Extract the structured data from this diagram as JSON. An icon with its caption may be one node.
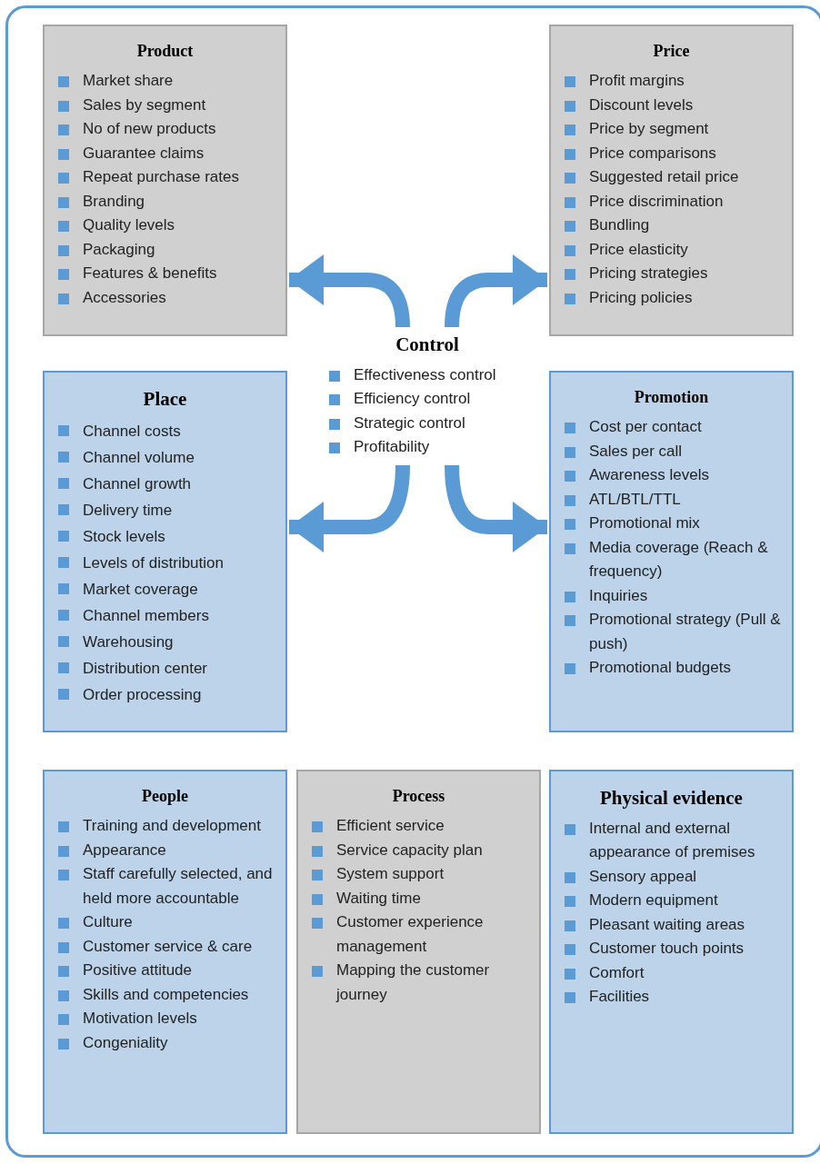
{
  "diagram": {
    "nodes": [
      {
        "text": [
          "Product",
          "Market share",
          "Sales by segment",
          "No of new products",
          "Guarantee claims",
          "Repeat purchase rates",
          "Branding",
          "Quality levels",
          "Packaging",
          "Features & benefits",
          "Accessories"
        ]
      },
      {
        "text": [
          "Price",
          "Profit margins",
          "Discount levels",
          "Price by segment",
          "Price comparisons",
          "Suggested retail price",
          "Price discrimination",
          "Bundling",
          "Price elasticity",
          "Pricing strategies",
          "Pricing policies"
        ]
      },
      {
        "text": [
          "Control",
          "Effectiveness control",
          "Efficiency control",
          "Strategic control",
          "Profitability"
        ]
      },
      {
        "text": [
          "Place",
          "Channel costs",
          "Channel volume",
          "Channel growth",
          "Delivery time",
          "Stock levels",
          "Levels of distribution",
          "Market coverage",
          "Channel members",
          "Warehousing",
          "Distribution center",
          "Order processing"
        ]
      },
      {
        "text": [
          "Promotion",
          "Cost per contact",
          "Sales per call",
          "Awareness levels",
          "ATL/BTL/TTL",
          "Promotional mix",
          "Media coverage (Reach & frequency)",
          "Inquiries",
          "Promotional strategy (Pull & push)",
          "Promotional budgets"
        ]
      },
      {
        "text": [
          "People",
          "Training and development",
          "Appearance",
          "Staff carefully selected, and held more accountable",
          "Culture",
          "Customer service & care",
          "Positive attitude",
          "Skills and competencies",
          "Motivation levels",
          "Congeniality"
        ]
      },
      {
        "text": [
          "Process",
          "Efficient service",
          "Service capacity plan",
          "System support",
          "Waiting time",
          "Customer experience management",
          "Mapping the customer journey"
        ]
      },
      {
        "text": [
          "Physical evidence",
          "Internal and external appearance of premises",
          "Sensory appeal",
          "Modern equipment",
          "Pleasant waiting areas",
          "Customer touch points",
          "Comfort",
          "Facilities"
        ]
      }
    ],
    "edges": [
      {
        "from": 2,
        "to": 0,
        "arrow": "to"
      },
      {
        "from": 2,
        "to": 1,
        "arrow": "to"
      },
      {
        "from": 2,
        "to": 3,
        "arrow": "to"
      },
      {
        "from": 2,
        "to": 4,
        "arrow": "to"
      }
    ]
  }
}
